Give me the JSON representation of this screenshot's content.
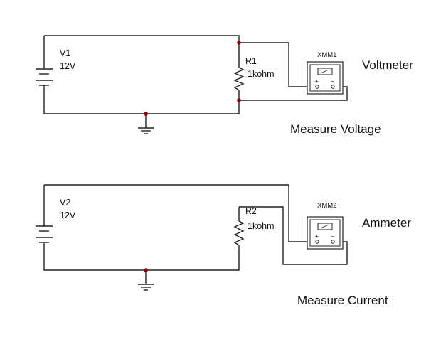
{
  "circuits": [
    {
      "id": "voltage",
      "source": {
        "name": "V1",
        "value": "12V"
      },
      "resistor": {
        "name": "R1",
        "value": "1kohm"
      },
      "meter": {
        "name": "XMM1",
        "type_label": "Voltmeter"
      },
      "caption": "Measure Voltage"
    },
    {
      "id": "current",
      "source": {
        "name": "V2",
        "value": "12V"
      },
      "resistor": {
        "name": "R2",
        "value": "1kohm"
      },
      "meter": {
        "name": "XMM2",
        "type_label": "Ammeter"
      },
      "caption": "Measure Current"
    }
  ],
  "terminal_symbols": {
    "plus": "+",
    "minus": "−"
  },
  "colors": {
    "wire": "#222222",
    "node": "#8b0000",
    "background": "#ffffff"
  }
}
